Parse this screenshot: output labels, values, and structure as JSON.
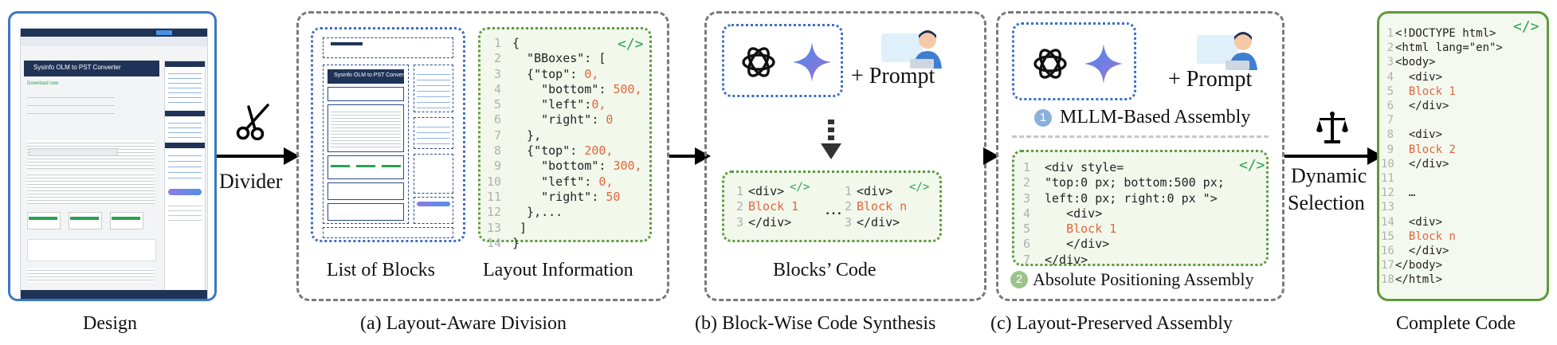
{
  "labels": {
    "design": "Design",
    "divider": "Divider",
    "list_of_blocks": "List of Blocks",
    "layout_information": "Layout Information",
    "blocks_code": "Blocks’ Code",
    "prompt": "+ Prompt",
    "mllm_assembly_num": "1",
    "mllm_assembly": "MLLM-Based Assembly",
    "abs_assembly_num": "2",
    "abs_assembly": "Absolute Positioning Assembly",
    "dynamic": "Dynamic",
    "selection": "Selection",
    "complete_code": "Complete Code",
    "ellipsis": "…"
  },
  "captions": {
    "a": "(a)  Layout-Aware Division",
    "b": "(b) Block-Wise Code Synthesis",
    "c": "(c) Layout-Preserved Assembly"
  },
  "design_screenshot": {
    "title": "Sysinfo OLM to PST Converter",
    "download": "Download now"
  },
  "code_tag": "</>",
  "layout_json": [
    {
      "n": "1",
      "t": "{"
    },
    {
      "n": "2",
      "t": "  \"BBoxes\": ["
    },
    {
      "n": "3",
      "t": "  {\"top\": ",
      "v": "0,"
    },
    {
      "n": "4",
      "t": "    \"bottom\": ",
      "v": "500,"
    },
    {
      "n": "5",
      "t": "    \"left\":",
      "v": "0,"
    },
    {
      "n": "6",
      "t": "    \"right\": ",
      "v": "0"
    },
    {
      "n": "7",
      "t": "  },"
    },
    {
      "n": "8",
      "t": "  {\"top\": ",
      "v": "200,"
    },
    {
      "n": "9",
      "t": "    \"bottom\": ",
      "v": "300,"
    },
    {
      "n": "10",
      "t": "    \"left\": ",
      "v": "0,"
    },
    {
      "n": "11",
      "t": "    \"right\": ",
      "v": "50"
    },
    {
      "n": "12",
      "t": "  },..."
    },
    {
      "n": "13",
      "t": " ]"
    },
    {
      "n": "14",
      "t": "}"
    }
  ],
  "block1_code": [
    {
      "n": "1",
      "t": "<div>"
    },
    {
      "n": "2",
      "v": "Block 1"
    },
    {
      "n": "3",
      "t": "</div>"
    }
  ],
  "blockn_code": [
    {
      "n": "1",
      "t": "<div>"
    },
    {
      "n": "2",
      "v": "Block n"
    },
    {
      "n": "3",
      "t": "</div>"
    }
  ],
  "abs_code": [
    {
      "n": "1",
      "t": "<div style="
    },
    {
      "n": "2",
      "t": "\"top:0 px; bottom:500 px;"
    },
    {
      "n": "3",
      "t": "left:0 px; right:0 px \">"
    },
    {
      "n": "4",
      "t": "   <div>"
    },
    {
      "n": "5",
      "v": "   Block 1"
    },
    {
      "n": "6",
      "t": "   </div>"
    },
    {
      "n": "7",
      "t": "</div>"
    }
  ],
  "complete_code": [
    {
      "n": "1",
      "t": "<!DOCTYPE html>"
    },
    {
      "n": "2",
      "t": "<html lang=\"en\">"
    },
    {
      "n": "3",
      "t": "<body>"
    },
    {
      "n": "4",
      "t": "  <div>"
    },
    {
      "n": "5",
      "v": "  Block 1"
    },
    {
      "n": "6",
      "t": "  </div>"
    },
    {
      "n": "7",
      "t": ""
    },
    {
      "n": "8",
      "t": "  <div>"
    },
    {
      "n": "9",
      "v": "  Block 2"
    },
    {
      "n": "10",
      "t": "  </div>"
    },
    {
      "n": "11",
      "t": ""
    },
    {
      "n": "12",
      "t": "  …"
    },
    {
      "n": "13",
      "t": ""
    },
    {
      "n": "14",
      "t": "  <div>"
    },
    {
      "n": "15",
      "v": "  Block n"
    },
    {
      "n": "16",
      "t": "  </div>"
    },
    {
      "n": "17",
      "t": "</body>"
    },
    {
      "n": "18",
      "t": "</html>"
    }
  ],
  "colors": {
    "design_border": "#3b78c4",
    "green": "#5d9a3c",
    "blue_dotted": "#3b6fc4",
    "orange": "#e3653c",
    "line_number": "#b0b0b0"
  }
}
